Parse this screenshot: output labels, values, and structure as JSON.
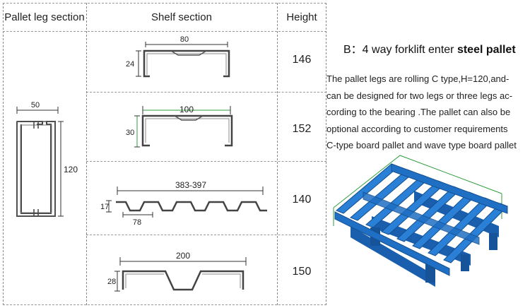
{
  "table": {
    "headers": {
      "leg": "Pallet leg section",
      "shelf": "Shelf section",
      "height": "Height"
    },
    "leg_dims": {
      "width": "50",
      "height": "120"
    },
    "rows": [
      {
        "width_label": "80",
        "height_label": "24",
        "height_value": "146"
      },
      {
        "width_label": "100",
        "height_label": "30",
        "height_value": "152"
      },
      {
        "width_label": "383-397",
        "pitch_label": "78",
        "height_label": "17",
        "height_value": "140"
      },
      {
        "width_label": "200",
        "height_label": "28",
        "height_value": "150"
      }
    ]
  },
  "right": {
    "title_prefix": "B：4 way forklift enter ",
    "title_bold": "steel pallet",
    "lines": [
      "The pallet legs are rolling C type,H=120,and-",
      "can be designed for two legs or three legs ac-",
      "cording to the bearing .The pallet can also be",
      "optional according to customer requirements",
      "C-type board pallet and wave type  board pallet"
    ]
  },
  "colors": {
    "pallet_blue": "#1f6fc4",
    "guide_green": "#2e9e3e"
  }
}
